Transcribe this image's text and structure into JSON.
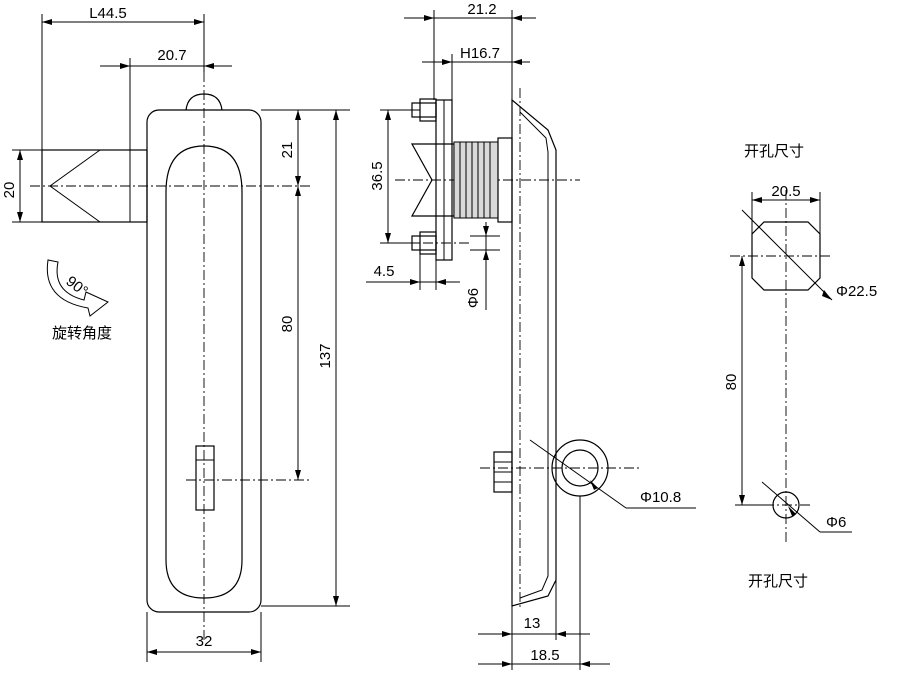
{
  "front_view": {
    "dim_length": "L44.5",
    "dim_lever": "20.7",
    "dim_handle_height": "20",
    "dim_top_offset": "21",
    "dim_hole_spacing": "80",
    "dim_total_length": "137",
    "dim_width": "32",
    "rotation_angle": "90°",
    "rotation_label": "旋转角度"
  },
  "side_view": {
    "dim_depth": "21.2",
    "dim_height": "H16.7",
    "dim_cam": "36.5",
    "dim_stud": "4.5",
    "dim_pin": "Φ6",
    "dim_knob": "Φ10.8",
    "dim_base": "13",
    "dim_overall": "18.5"
  },
  "cutout_view": {
    "title_top": "开孔尺寸",
    "dim_width": "20.5",
    "dim_diameter": "Φ22.5",
    "dim_spacing": "80",
    "dim_small_hole": "Φ6",
    "title_bottom": "开孔尺寸"
  }
}
